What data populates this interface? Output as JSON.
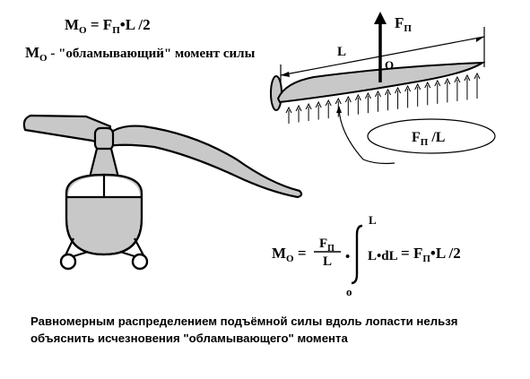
{
  "formula_top": {
    "m": "M",
    "m_sub": "O",
    "eq": " = ",
    "f": "F",
    "f_sub": "П",
    "rest": "•L /2"
  },
  "moment_label": {
    "m": "M",
    "m_sub": "O",
    "rest": "  - \"обламывающий\" момент  силы"
  },
  "blade": {
    "length_label": "L",
    "center_label": "O",
    "force_label": "F",
    "force_sub": "П"
  },
  "distributed_load": {
    "f": "F",
    "f_sub": "П",
    "rest": " /L"
  },
  "integral_formula": {
    "m": "M",
    "m_sub": "O",
    "eq": " = ",
    "frac_num": "F",
    "frac_num_sub": "П",
    "frac_den": "L",
    "dot": "•",
    "upper": "L",
    "lower": "o",
    "integrand": "L•dL",
    "result_eq": " = ",
    "result_f": "F",
    "result_f_sub": "П",
    "result_rest": "•L /2"
  },
  "caption": {
    "line1": "Равномерным распределением подъёмной силы вдоль лопасти нельзя",
    "line2": "объяснить исчезновения \"обламывающего\" момента"
  },
  "colors": {
    "fill_gray": "#c8c8c8",
    "ink": "#000000"
  }
}
